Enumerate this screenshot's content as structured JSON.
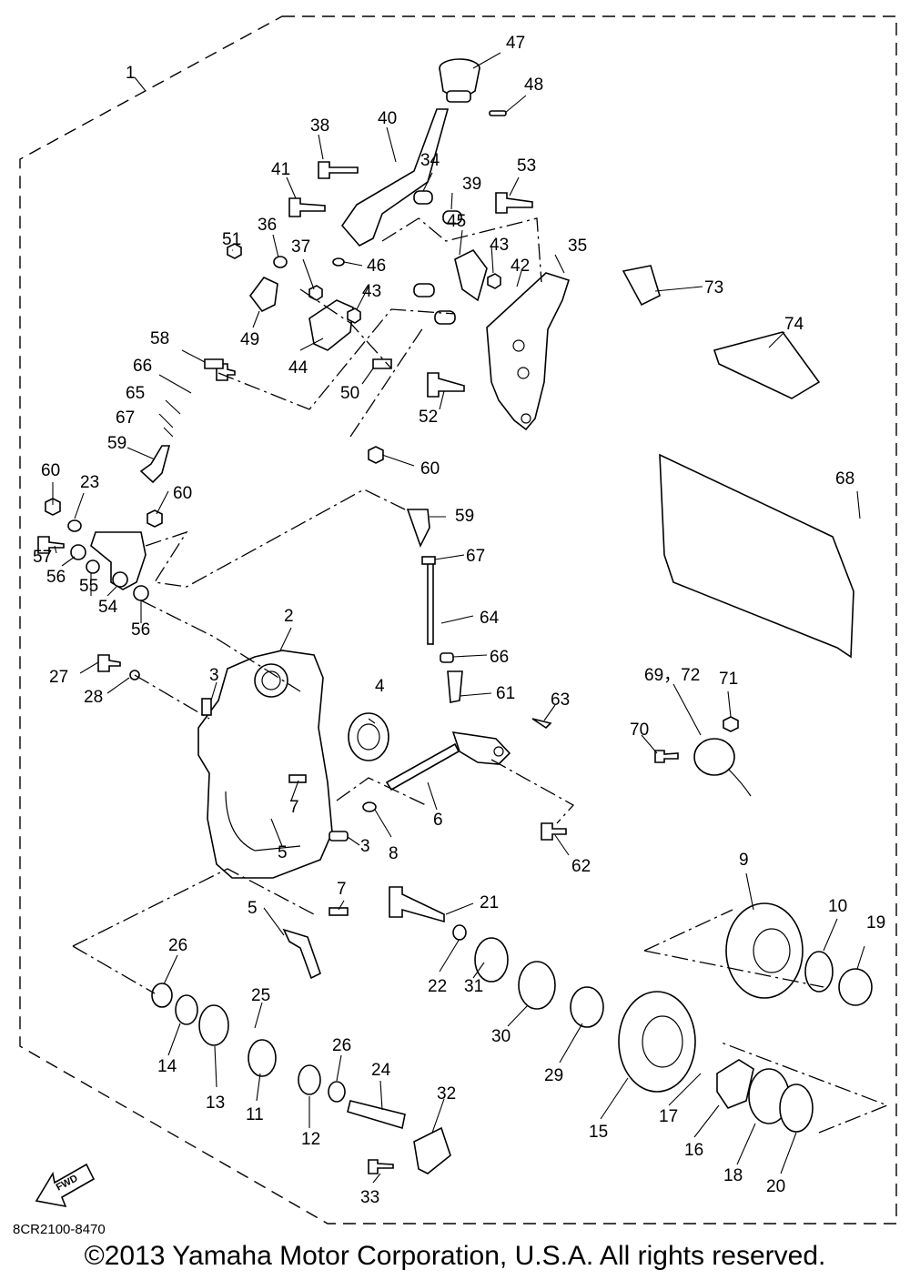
{
  "diagram": {
    "drawing_code": "8CR2100-8470",
    "copyright": "©2013 Yamaha Motor Corporation, U.S.A. All rights reserved.",
    "fwd_label": "FWD",
    "callouts": [
      "1",
      "2",
      "3",
      "3",
      "4",
      "5",
      "5",
      "6",
      "7",
      "7",
      "8",
      "9",
      "10",
      "11",
      "12",
      "13",
      "14",
      "15",
      "16",
      "17",
      "18",
      "19",
      "20",
      "21",
      "22",
      "23",
      "24",
      "25",
      "26",
      "26",
      "27",
      "28",
      "29",
      "30",
      "31",
      "32",
      "33",
      "34",
      "35",
      "36",
      "37",
      "38",
      "39",
      "40",
      "41",
      "42",
      "43",
      "43",
      "44",
      "45",
      "46",
      "47",
      "48",
      "49",
      "50",
      "51",
      "52",
      "53",
      "54",
      "55",
      "56",
      "56",
      "57",
      "58",
      "59",
      "59",
      "60",
      "60",
      "60",
      "61",
      "62",
      "63",
      "64",
      "65",
      "66",
      "66",
      "67",
      "67",
      "68",
      "69，72",
      "70",
      "71",
      "73",
      "74"
    ]
  }
}
